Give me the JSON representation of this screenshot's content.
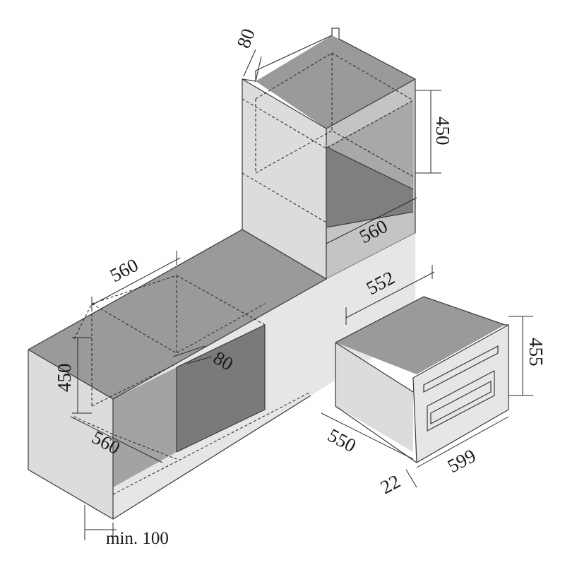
{
  "diagram": {
    "column_cabinet": {
      "depth_cutout": "80",
      "niche_height": "450",
      "niche_width": "560"
    },
    "base_cabinet": {
      "niche_width_top": "560",
      "niche_height": "450",
      "depth_cutout": "80",
      "niche_depth": "560",
      "plinth_gap": "min. 100"
    },
    "appliance": {
      "width_top": "552",
      "height": "455",
      "depth": "550",
      "front_width": "599",
      "front_thickness": "22"
    }
  }
}
